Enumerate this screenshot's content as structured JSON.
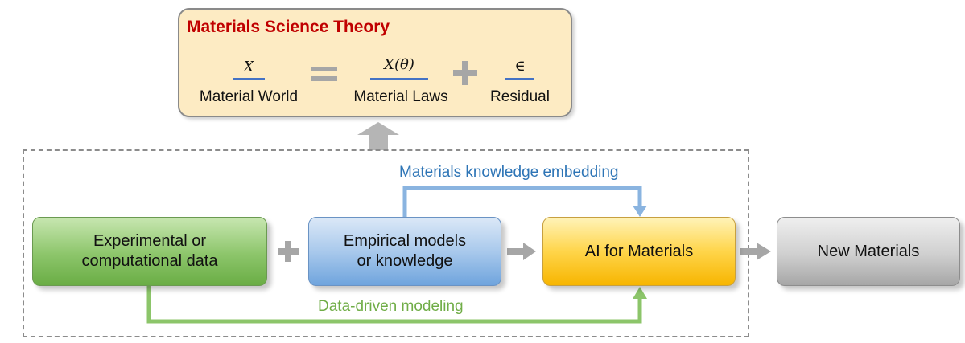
{
  "theory": {
    "title": "Materials Science Theory",
    "lhs_symbol": "X",
    "lhs_label": "Material World",
    "laws_symbol": "X(θ)",
    "laws_label": "Material Laws",
    "residual_symbol": "∈",
    "residual_label": "Residual"
  },
  "boxes": {
    "data": [
      "Experimental or",
      "computational data"
    ],
    "empirical": [
      "Empirical models",
      "or knowledge"
    ],
    "ai": "AI for Materials",
    "new": "New Materials"
  },
  "captions": {
    "knowledge": "Materials knowledge embedding",
    "data_driven": "Data-driven modeling"
  },
  "colors": {
    "theory_title": "#c00000",
    "theory_fill": "#fdebc3",
    "knowledge_path": "#5b9bd5",
    "data_path": "#70ad47",
    "arrow_gray": "#a6a6a6"
  }
}
